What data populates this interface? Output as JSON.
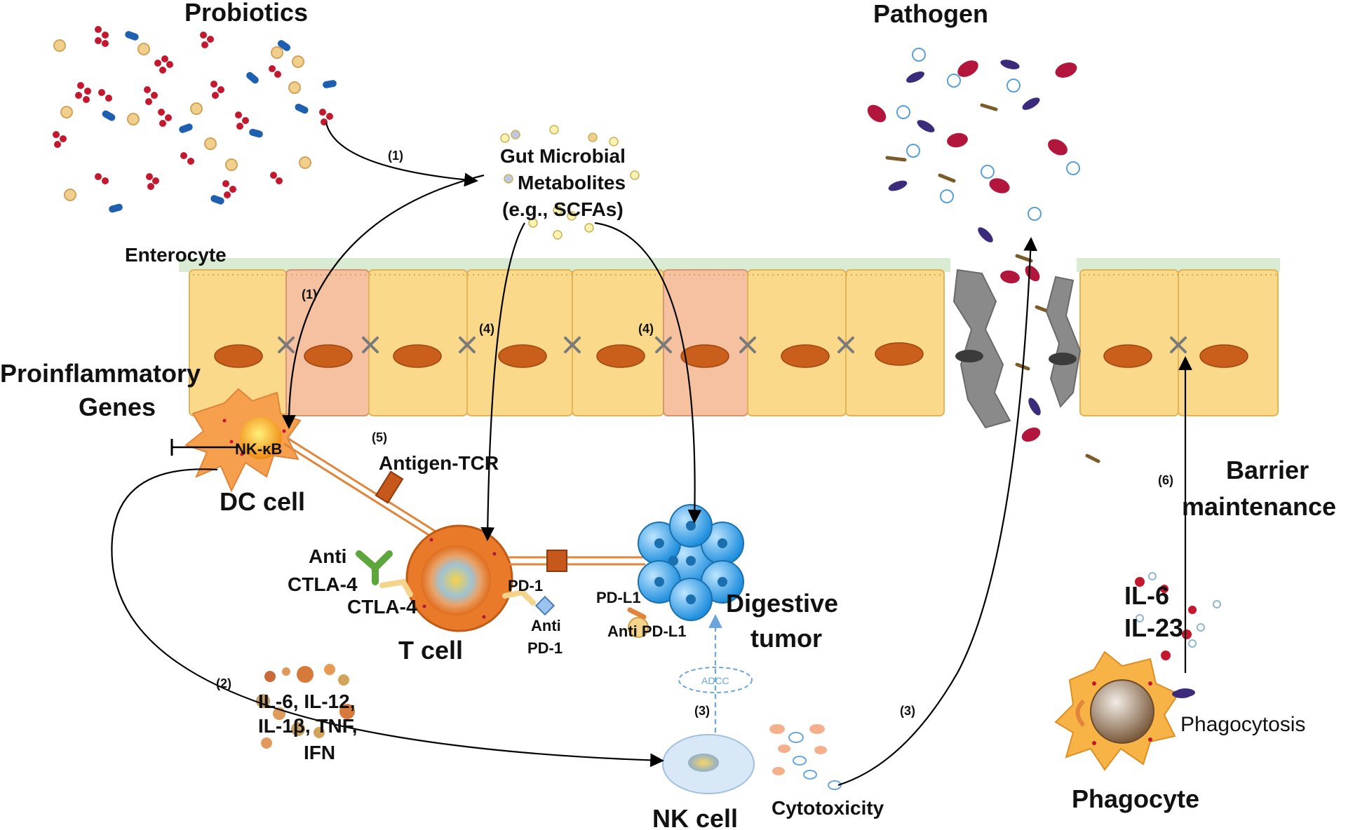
{
  "labels": {
    "probiotics": "Probiotics",
    "pathogen": "Pathogen",
    "metabolites_line1": "Gut Microbial",
    "metabolites_line2": "Metabolites",
    "metabolites_line3": "(e.g., SCFAs)",
    "enterocyte": "Enterocyte",
    "proinflammatory_line1": "Proinflammatory",
    "proinflammatory_line2": "Genes",
    "nfkb": "NK-κB",
    "dc_cell": "DC cell",
    "antigen_tcr": "Antigen-TCR",
    "anti_ctla4_line1": "Anti",
    "anti_ctla4_line2": "CTLA-4",
    "ctla4": "CTLA-4",
    "t_cell": "T cell",
    "pd1": "PD-1",
    "anti_pd1_line1": "Anti",
    "anti_pd1_line2": "PD-1",
    "pdl1": "PD-L1",
    "anti_pdl1": "Anti  PD-L1",
    "digestive_line1": "Digestive",
    "digestive_line2": "tumor",
    "adcc": "ADCC",
    "nk_cell": "NK cell",
    "cytotoxicity": "Cytotoxicity",
    "cytokines_line1": "IL-6, IL-12,",
    "cytokines_line2": "IL-1β, TNF,",
    "cytokines_line3": "IFN",
    "barrier_line1": "Barrier",
    "barrier_line2": "maintenance",
    "il6": "IL-6",
    "il23": "IL-23",
    "phagocytosis": "Phagocytosis",
    "phagocyte": "Phagocyte"
  },
  "steps": {
    "s1a": "(1)",
    "s1b": "(1)",
    "s2": "(2)",
    "s3a": "(3)",
    "s3b": "(3)",
    "s4a": "(4)",
    "s4b": "(4)",
    "s5": "(5)",
    "s6": "(6)"
  },
  "colors": {
    "enterocyte": "#fbd98b",
    "enterocyte_alt": "#f5c1a0",
    "nucleus": "#c95f1a",
    "tumor": "#3fa6e6",
    "t_cell": "#e87a2a",
    "dc_cell": "#f6a04d",
    "nk_cell": "#d8e8f6",
    "phagocyte": "#f8b347",
    "mucus": "#d9ecd3",
    "pathogen_red": "#b3163c",
    "pathogen_purple": "#3c2a7a",
    "probiotic_red": "#c4182f",
    "probiotic_blue": "#1f5fb0"
  }
}
